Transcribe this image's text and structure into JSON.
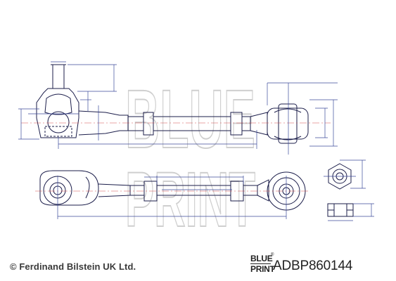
{
  "footer": {
    "copyright": "© Ferdinand Bilstein UK Ltd.",
    "brand_top": "BLUE",
    "brand_bottom": "PRINT",
    "registered_mark": "®",
    "part_number": "ADBP860144"
  },
  "watermark": {
    "line1": "BLUE",
    "line2": "PRINT"
  },
  "colors": {
    "line": "#1b1d4a",
    "dimension": "#3c4a9a",
    "centerline": "#d24a4a",
    "watermark": "#cfcfcf",
    "text": "#222222"
  }
}
